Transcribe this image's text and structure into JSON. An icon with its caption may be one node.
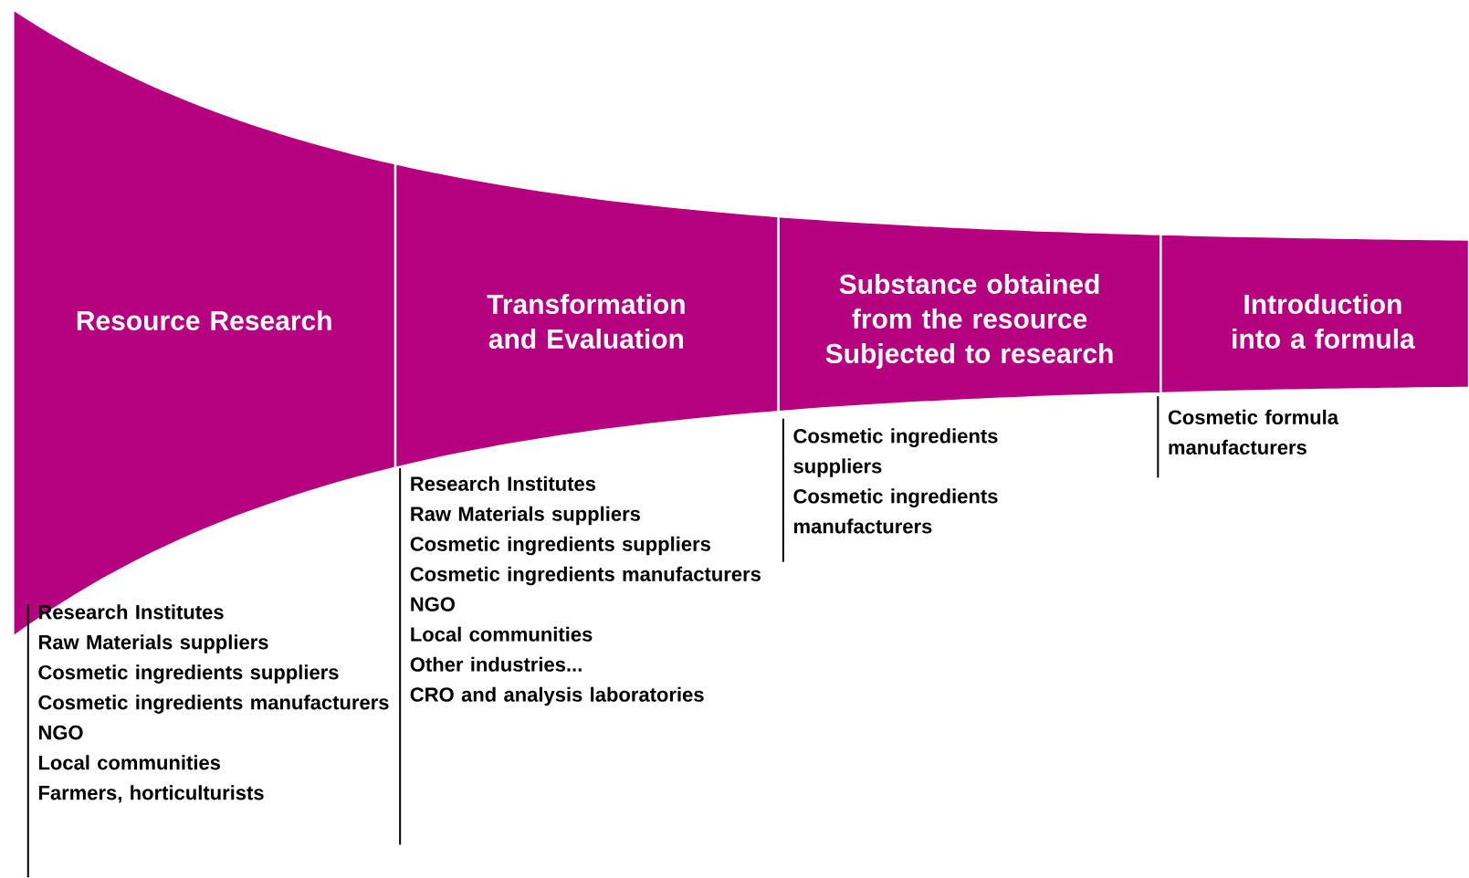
{
  "diagram": {
    "nodes": [
      {
        "text": [
          "Resource Research"
        ],
        "beside": [
          "Research Institutes",
          "Raw Materials suppliers",
          "Cosmetic ingredients suppliers",
          "Cosmetic ingredients manufacturers",
          "NGO",
          "Local communities",
          "Farmers, horticulturists"
        ]
      },
      {
        "text": [
          "Transformation and Evaluation"
        ],
        "beside": [
          "Research Institutes",
          "Raw Materials suppliers",
          "Cosmetic ingredients suppliers",
          "Cosmetic ingredients manufacturers",
          "NGO",
          "Local communities",
          "Other industries...",
          "CRO and analysis laboratories"
        ]
      },
      {
        "text": [
          "Substance obtained from the resource Subjected to research"
        ],
        "beside": [
          "Cosmetic ingredients suppliers",
          "Cosmetic ingredients manufacturers"
        ]
      },
      {
        "text": [
          "Introduction into a formula"
        ],
        "beside": [
          "Cosmetic formula manufacturers"
        ]
      }
    ]
  }
}
